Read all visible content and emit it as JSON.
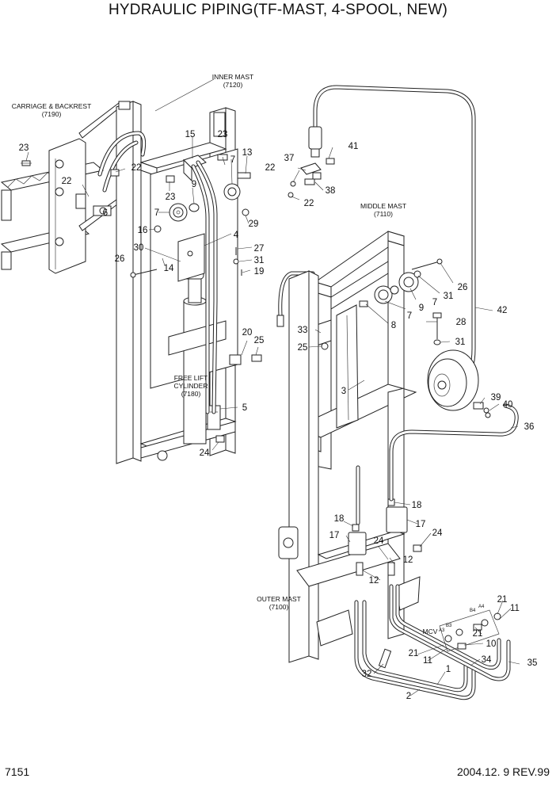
{
  "header": {
    "title": "HYDRAULIC PIPING(TF-MAST, 4-SPOOL, NEW)"
  },
  "footer": {
    "page": "7151",
    "revision": "2004.12. 9 REV.99"
  },
  "assemblies": {
    "inner_mast": [
      "INNER MAST",
      "(7120)"
    ],
    "carriage": [
      "CARRIAGE & BACKREST",
      "(7190)"
    ],
    "middle_mast": [
      "MIDDLE MAST",
      "(7110)"
    ],
    "free_lift": [
      "FREE LIFT",
      "CYLINDER",
      "(7180)"
    ],
    "outer_mast": [
      "OUTER MAST",
      "(7100)"
    ],
    "mcv": "MCV"
  },
  "ports": [
    "A4",
    "B4",
    "A3",
    "B3"
  ],
  "callouts": {
    "c23a": "23",
    "c22a": "22",
    "c6": "6",
    "c15": "15",
    "c23b": "23",
    "c22b": "22",
    "c7a": "7",
    "c13": "13",
    "c37": "37",
    "c41": "41",
    "c22c": "22",
    "c38": "38",
    "c22d": "22",
    "c23c": "23",
    "c9a": "9",
    "c7b": "7",
    "c16": "16",
    "c29": "29",
    "c4": "4",
    "c30": "30",
    "c27": "27",
    "c26a": "26",
    "c14": "14",
    "c31a": "31",
    "c19": "19",
    "c26b": "26",
    "c31b": "31",
    "c7c": "7",
    "c9b": "9",
    "c7d": "7",
    "c8": "8",
    "c42": "42",
    "c33": "33",
    "c28": "28",
    "c25a": "25",
    "c31c": "31",
    "c20": "20",
    "c25b": "25",
    "c3": "3",
    "c5": "5",
    "c39": "39",
    "c40": "40",
    "c36": "36",
    "c24a": "24",
    "c18a": "18",
    "c18b": "18",
    "c17a": "17",
    "c17b": "17",
    "c24b": "24",
    "c24c": "24",
    "c12a": "12",
    "c12b": "12",
    "c21a": "21",
    "c11a": "11",
    "c21b": "21",
    "c10": "10",
    "c21c": "21",
    "c11b": "11",
    "c34": "34",
    "c35": "35",
    "c32": "32",
    "c1": "1",
    "c2": "2"
  }
}
